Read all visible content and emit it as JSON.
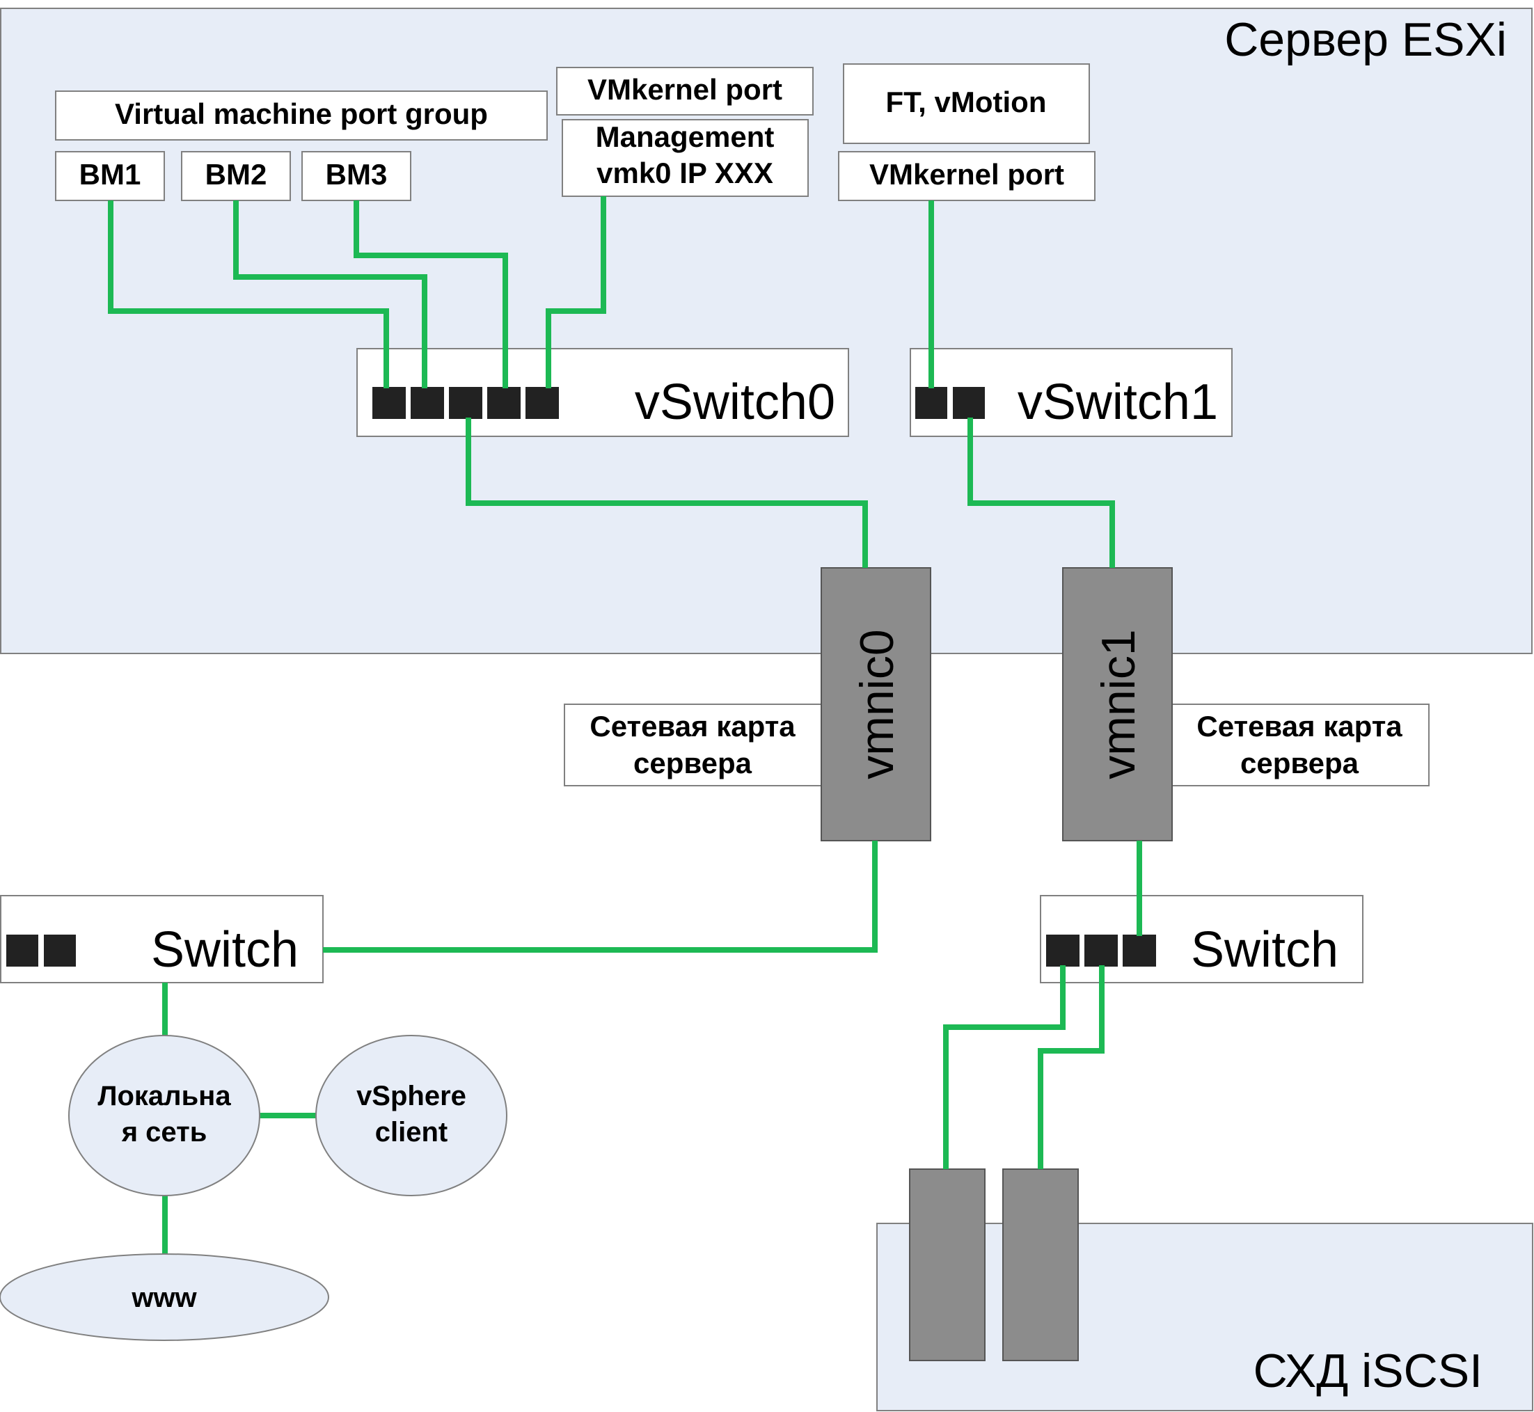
{
  "server": {
    "title": "Сервер ESXi"
  },
  "storage": {
    "title": "СХД iSCSI"
  },
  "port_groups": {
    "vm_group": "Virtual machine port group",
    "vm1": "ВМ1",
    "vm2": "ВМ2",
    "vm3": "ВМ3",
    "vmkernel0_header": "VMkernel port",
    "management_line1": "Management",
    "management_line2": "vmk0 IP XXX",
    "ft_vmotion": "FT, vMotion",
    "vmkernel1": "VMkernel port"
  },
  "vswitches": {
    "vswitch0": "vSwitch0",
    "vswitch1": "vSwitch1"
  },
  "nics": {
    "vmnic0": "vmnic0",
    "vmnic1": "vmnic1",
    "nic_label_line1": "Сетевая карта",
    "nic_label_line2": "сервера"
  },
  "physical": {
    "switch_left": "Switch",
    "switch_right": "Switch"
  },
  "network": {
    "lan_line1": "Локальна",
    "lan_line2": "я сеть",
    "vsphere_line1": "vSphere",
    "vsphere_line2": "client",
    "www": "www"
  },
  "colors": {
    "wire": "#1db954",
    "zone_fill": "#e7edf7",
    "nic_fill": "#8c8c8c",
    "port_fill": "#222222"
  }
}
